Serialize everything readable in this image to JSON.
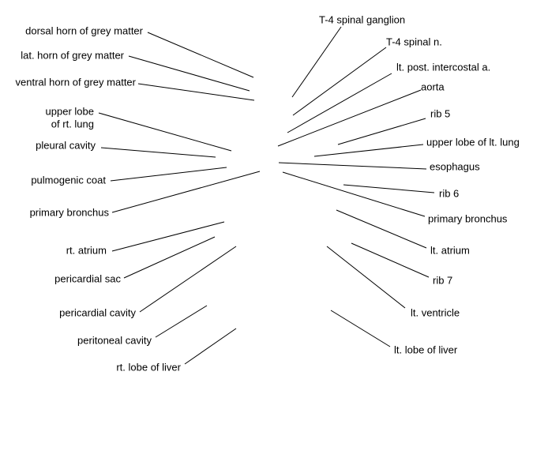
{
  "labels": {
    "left": [
      {
        "lines": [
          "dorsal horn of grey matter"
        ]
      },
      {
        "lines": [
          "lat. horn of grey matter"
        ]
      },
      {
        "lines": [
          "ventral horn of grey matter"
        ]
      },
      {
        "lines": [
          "upper lobe",
          "of rt. lung"
        ]
      },
      {
        "lines": [
          "pleural cavity"
        ]
      },
      {
        "lines": [
          "pulmogenic coat"
        ]
      },
      {
        "lines": [
          "primary bronchus"
        ]
      },
      {
        "lines": [
          "rt. atrium"
        ]
      },
      {
        "lines": [
          "pericardial sac"
        ]
      },
      {
        "lines": [
          "pericardial cavity"
        ]
      },
      {
        "lines": [
          "peritoneal cavity"
        ]
      },
      {
        "lines": [
          "rt. lobe of liver"
        ]
      }
    ],
    "right": [
      {
        "lines": [
          "T-4 spinal ganglion"
        ]
      },
      {
        "lines": [
          "T-4 spinal n."
        ]
      },
      {
        "lines": [
          "lt. post. intercostal a."
        ]
      },
      {
        "lines": [
          "aorta"
        ]
      },
      {
        "lines": [
          "rib 5"
        ]
      },
      {
        "lines": [
          "upper lobe of lt. lung"
        ]
      },
      {
        "lines": [
          "esophagus"
        ]
      },
      {
        "lines": [
          "rib 6"
        ]
      },
      {
        "lines": [
          "primary bronchus"
        ]
      },
      {
        "lines": [
          "lt. atrium"
        ]
      },
      {
        "lines": [
          "rib 7"
        ]
      },
      {
        "lines": [
          "lt. ventricle"
        ]
      },
      {
        "lines": [
          "lt. lobe of liver"
        ]
      }
    ]
  },
  "colors": {
    "line": "#000000",
    "text": "#000000",
    "background": "#ffffff"
  }
}
